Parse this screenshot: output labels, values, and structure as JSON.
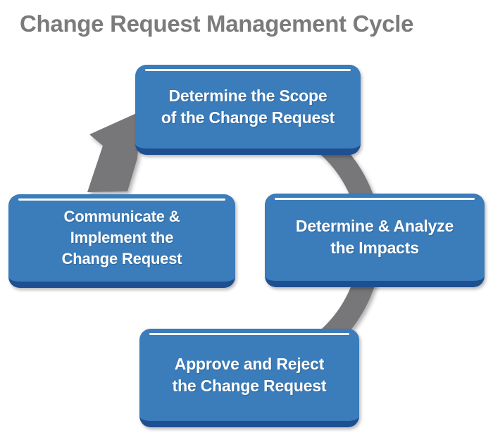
{
  "title": "Change Request Management Cycle",
  "theme": {
    "background": "#ffffff",
    "title_color": "#7b7b7b",
    "node_fill": "#3b7cba",
    "node_bottom_border": "#1d4f91",
    "node_text": "#ffffff",
    "node_highlight": "#ffffff",
    "ring_color": "#77777a"
  },
  "diagram": {
    "type": "cycle",
    "direction": "clockwise",
    "arrow": {
      "name": "cycle-arrow",
      "shape": "circular-ring-with-arrowhead",
      "color": "#77777a",
      "gap_position": "top-left",
      "arrowhead_points_toward": "Determine the Scope of the Change Request"
    },
    "nodes": [
      {
        "id": "scope",
        "order": 1,
        "position": "top",
        "label": "Determine the Scope\nof the Change Request",
        "lines": [
          "Determine the Scope",
          "of the Change Request"
        ]
      },
      {
        "id": "impacts",
        "order": 2,
        "position": "right",
        "label": "Determine & Analyze\nthe Impacts",
        "lines": [
          "Determine & Analyze",
          "the Impacts"
        ]
      },
      {
        "id": "approve",
        "order": 3,
        "position": "bottom",
        "label": "Approve and Reject\nthe Change Request",
        "lines": [
          "Approve and Reject",
          "the Change Request"
        ]
      },
      {
        "id": "communicate",
        "order": 4,
        "position": "left",
        "label": "Communicate &\nImplement the\nChange Request",
        "lines": [
          "Communicate &",
          "Implement the",
          "Change Request"
        ]
      }
    ]
  }
}
